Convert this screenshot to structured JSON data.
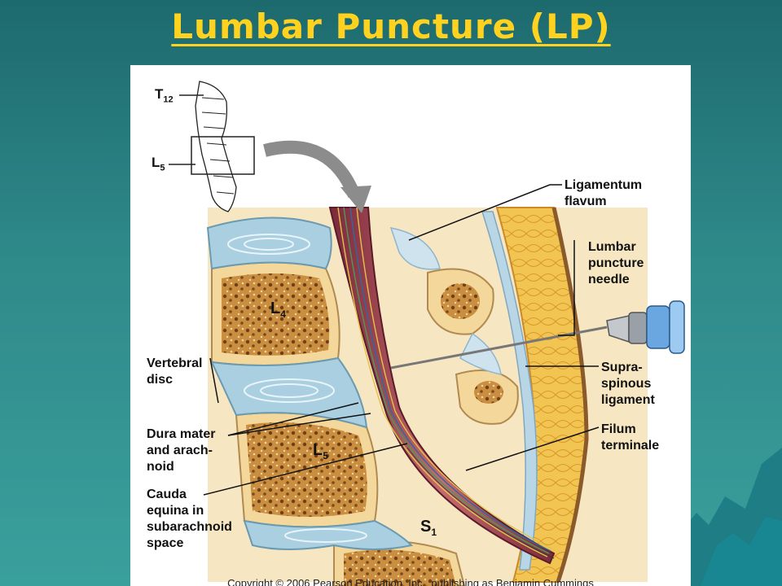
{
  "slide": {
    "title": "Lumbar Puncture (LP)"
  },
  "diagram": {
    "inset_labels": {
      "t12_main": "T",
      "t12_sub": "12",
      "l5_main": "L",
      "l5_sub": "5"
    },
    "vertebra_labels": {
      "l4_main": "L",
      "l4_sub": "4",
      "l5_main": "L",
      "l5_sub": "5",
      "s1_main": "S",
      "s1_sub": "1"
    },
    "right_labels": {
      "ligamentum_flavum": "Ligamentum\nflavum",
      "lumbar_puncture_needle": "Lumbar\npuncture\nneedle",
      "supraspinous_ligament": "Supra-\nspinous\nligament",
      "filum_terminale": "Filum\nterminale"
    },
    "left_labels": {
      "vertebral_disc": "Vertebral\ndisc",
      "dura_mater": "Dura mater\nand arach-\nnoid",
      "cauda_equina": "Cauda\nequina in\nsubarachnoid\nspace"
    },
    "copyright": "Copyright © 2006 Pearson Education, Inc., publishing as Benjamin Cummings"
  },
  "colors": {
    "title": "#ffd21f",
    "background": "#2f8a8a",
    "bone_outer": "#f3d79b",
    "bone_inner": "#8a5a2b",
    "disc": "#a9cfe0",
    "dura": "#a8505a",
    "fat": "#f0c04a"
  }
}
